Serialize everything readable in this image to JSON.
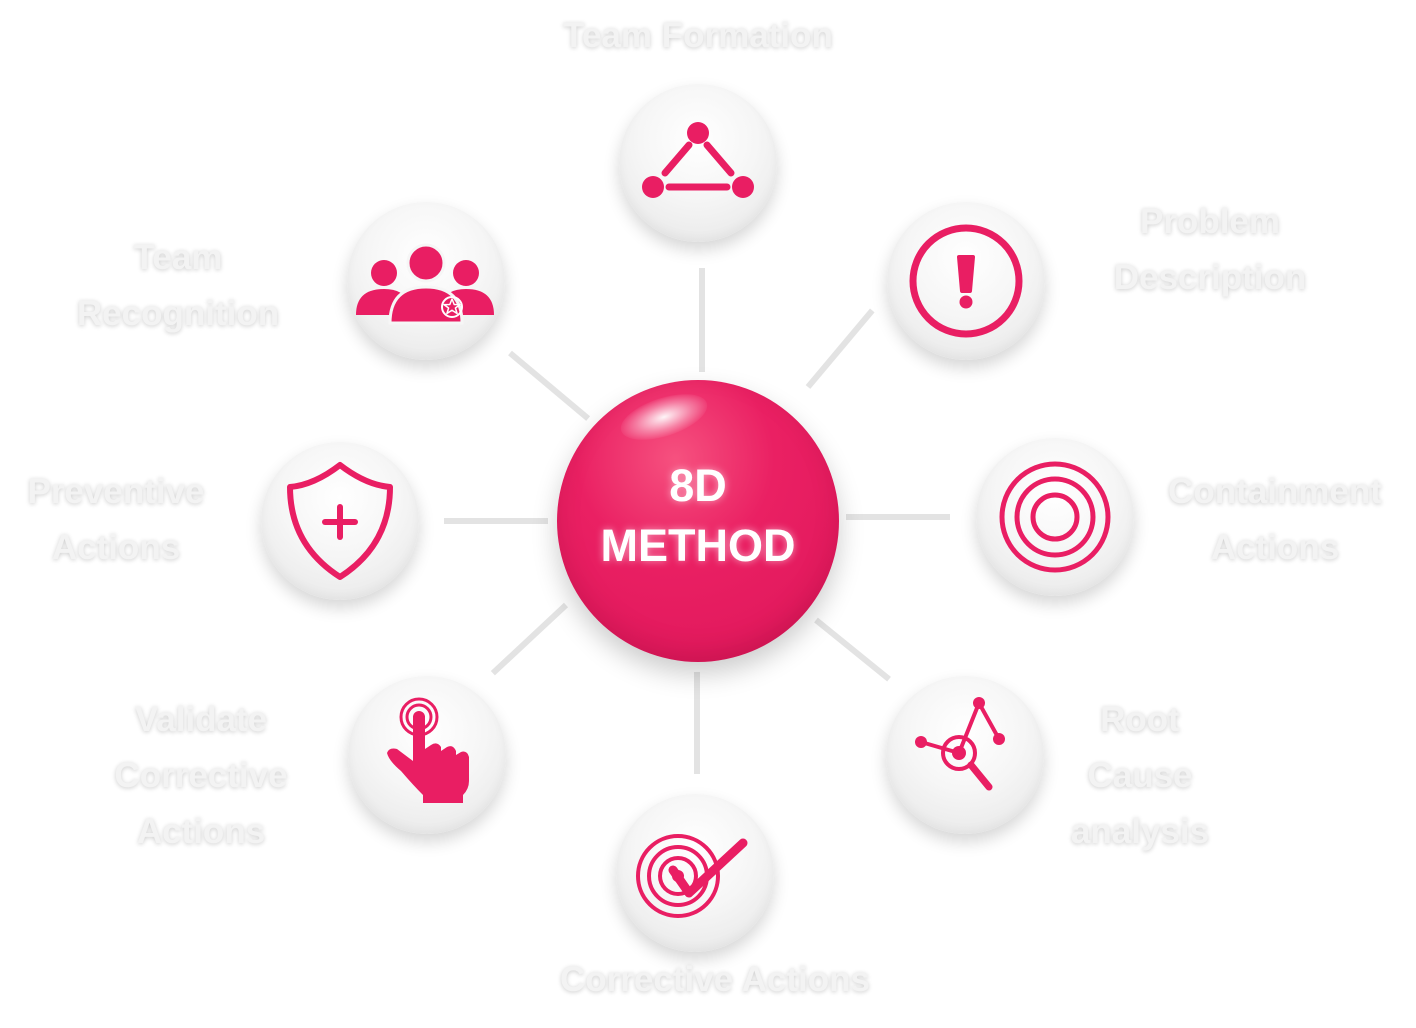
{
  "center": {
    "line1": "8D",
    "line2": "METHOD"
  },
  "steps": [
    {
      "id": "team-formation",
      "icon": "team-formation-icon",
      "lines": [
        "Team Formation"
      ]
    },
    {
      "id": "problem-description",
      "icon": "exclamation-icon",
      "lines": [
        "Problem",
        "Description"
      ]
    },
    {
      "id": "containment-actions",
      "icon": "concentric-circles-icon",
      "lines": [
        "Containment",
        "Actions"
      ]
    },
    {
      "id": "root-cause-analysis",
      "icon": "root-cause-icon",
      "lines": [
        "Root",
        "Cause",
        "analysis"
      ]
    },
    {
      "id": "corrective-actions",
      "icon": "target-check-icon",
      "lines": [
        "Corrective Actions"
      ]
    },
    {
      "id": "validate-corrective-actions",
      "icon": "tap-finger-icon",
      "lines": [
        "Validate",
        "Corrective",
        "Actions"
      ]
    },
    {
      "id": "preventive-actions",
      "icon": "shield-plus-icon",
      "lines": [
        "Preventive",
        "Actions"
      ]
    },
    {
      "id": "team-recognition",
      "icon": "team-recognition-icon",
      "lines": [
        "Team",
        "Recognition"
      ]
    }
  ],
  "colors": {
    "accent": "#e91e63",
    "node_bg": "#f2f2f2",
    "connector": "#e3e3e3",
    "label": "#f3f3f3"
  }
}
